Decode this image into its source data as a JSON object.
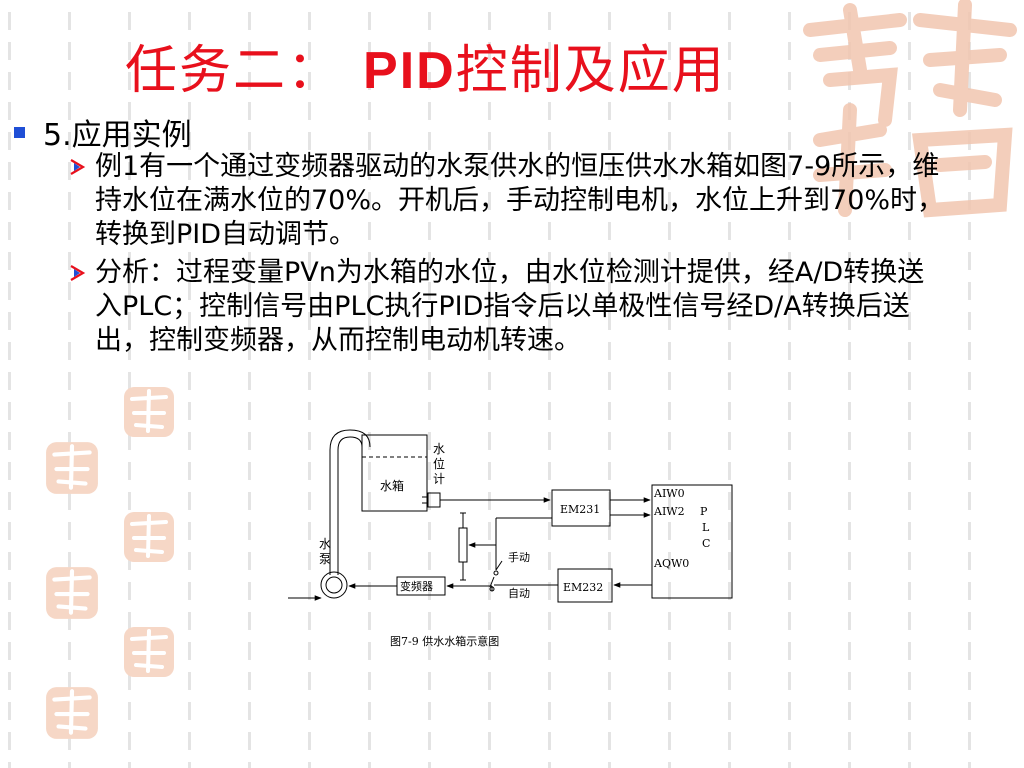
{
  "slide": {
    "title_prefix": "任务二：",
    "title_pid": "PID",
    "title_suffix": "控制及应用",
    "section": "5.应用实例",
    "item1": "例1有一个通过变频器驱动的水泵供水的恒压供水水箱如图7-9所示，维持水位在满水位的70%。开机后，手动控制电机，水位上升到70%时，转换到PID自动调节。",
    "item2": "分析：过程变量PVn为水箱的水位，由水位检测计提供，经A/D转换送入PLC；控制信号由PLC执行PID指令后以单极性信号经D/A转换后送出，控制变频器，从而控制电动机转速。"
  },
  "diagram": {
    "tank_label": "水箱",
    "level_meter": [
      "水",
      "位",
      "计"
    ],
    "pump": [
      "水",
      "泵"
    ],
    "inverter": "变频器",
    "em231": "EM231",
    "em232": "EM232",
    "aiw0": "AIW0",
    "aiw2": "AIW2",
    "aqw0": "AQW0",
    "plc": [
      "P",
      "L",
      "C"
    ],
    "manual": "手动",
    "auto": "自动",
    "caption": "图7-9  供水水箱示意图"
  },
  "colors": {
    "title": "#e8101c",
    "bullet": "#1f4fd6",
    "decoration": "#f0c8b4"
  }
}
